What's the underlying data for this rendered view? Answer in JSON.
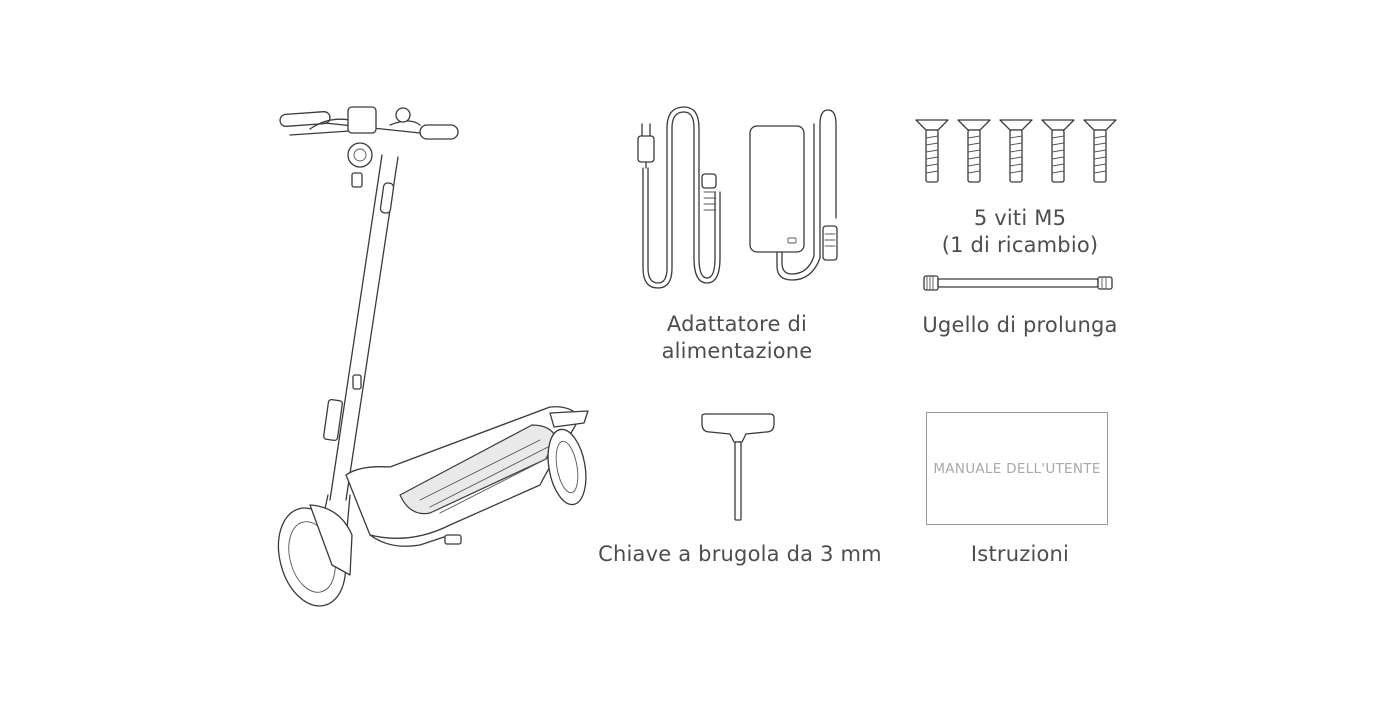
{
  "items": {
    "scooter": {
      "icon": "scooter-illustration"
    },
    "adapter": {
      "label_line1": "Adattatore di",
      "label_line2": "alimentazione",
      "icon": "power-adapter-illustration"
    },
    "screws": {
      "label_line1": "5 viti M5",
      "label_line2": "(1 di ricambio)",
      "icon": "screw-icon"
    },
    "nozzle": {
      "label": "Ugello di prolunga",
      "icon": "extension-nozzle-illustration"
    },
    "hex_key": {
      "label": "Chiave a brugola da 3 mm",
      "icon": "hex-key-illustration"
    },
    "manual": {
      "label": "Istruzioni",
      "cover_text": "MANUALE DELL'UTENTE",
      "icon": "manual-illustration"
    }
  },
  "colors": {
    "line": "#3a3a3a",
    "text": "#4d4d4d",
    "manual_text": "#a8a8a8"
  }
}
